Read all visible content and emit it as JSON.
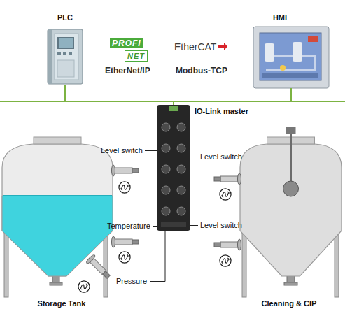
{
  "diagram": {
    "nodes": [
      {
        "text": [
          "PLC"
        ]
      },
      {
        "text": [
          "HMI"
        ]
      },
      {
        "text": [
          "IO-Link master"
        ]
      },
      {
        "text": [
          "Level switch"
        ]
      },
      {
        "text": [
          "Level switch"
        ]
      },
      {
        "text": [
          "Temperature"
        ]
      },
      {
        "text": [
          "Level switch"
        ]
      },
      {
        "text": [
          "Pressure"
        ]
      },
      {
        "text": [
          "Storage Tank"
        ]
      },
      {
        "text": [
          "Cleaning & CIP"
        ]
      }
    ],
    "edges": [
      {
        "from": 0,
        "to": 2,
        "arrow": "none"
      },
      {
        "from": 1,
        "to": 2,
        "arrow": "none"
      },
      {
        "from": 2,
        "to": 3,
        "arrow": "none"
      },
      {
        "from": 2,
        "to": 4,
        "arrow": "none"
      },
      {
        "from": 2,
        "to": 5,
        "arrow": "none"
      },
      {
        "from": 2,
        "to": 6,
        "arrow": "none"
      },
      {
        "from": 2,
        "to": 7,
        "arrow": "none"
      }
    ],
    "labels": [
      "PROFI",
      "NET",
      "EtherNet/IP",
      "EtherCAT",
      "Modbus-TCP"
    ]
  }
}
